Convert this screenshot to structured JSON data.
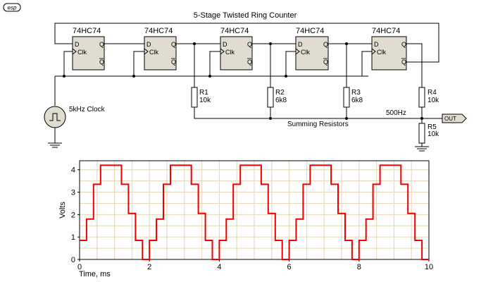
{
  "logo": {
    "text": "esp"
  },
  "schematic": {
    "title": "5-Stage Twisted Ring Counter",
    "flipflops": [
      {
        "part": "74HC74",
        "pin_d": "D",
        "pin_clk": "Clk",
        "pin_q": "Q",
        "pin_qbar": "Q"
      },
      {
        "part": "74HC74",
        "pin_d": "D",
        "pin_clk": "Clk",
        "pin_q": "Q",
        "pin_qbar": "Q"
      },
      {
        "part": "74HC74",
        "pin_d": "D",
        "pin_clk": "Clk",
        "pin_q": "Q",
        "pin_qbar": "Q"
      },
      {
        "part": "74HC74",
        "pin_d": "D",
        "pin_clk": "Clk",
        "pin_q": "Q",
        "pin_qbar": "Q"
      },
      {
        "part": "74HC74",
        "pin_d": "D",
        "pin_clk": "Clk",
        "pin_q": "Q",
        "pin_qbar": "Q"
      }
    ],
    "clock_label": "5kHz Clock",
    "resistors": [
      {
        "name": "R1",
        "value": "10k"
      },
      {
        "name": "R2",
        "value": "6k8"
      },
      {
        "name": "R3",
        "value": "6k8"
      },
      {
        "name": "R4",
        "value": "10k"
      },
      {
        "name": "R5",
        "value": "10k"
      }
    ],
    "summing_label": "Summing Resistors",
    "frequency_label": "500Hz",
    "output_label": "OUT"
  },
  "chart_data": {
    "type": "line",
    "xlabel": "Time, ms",
    "ylabel": "Volts",
    "xlim": [
      0,
      10
    ],
    "ylim": [
      0,
      4.4
    ],
    "x_ticks": [
      0,
      2,
      4,
      6,
      8,
      10
    ],
    "y_ticks": [
      0,
      1,
      2,
      3,
      4
    ],
    "grid": true,
    "series": [
      {
        "color": "#ee0000",
        "x": [
          0,
          0.2,
          0.2,
          0.4,
          0.4,
          0.6,
          0.6,
          0.8,
          0.8,
          1.2,
          1.2,
          1.4,
          1.4,
          1.6,
          1.6,
          1.8,
          1.8,
          2.0,
          2.0,
          2.2,
          2.2,
          2.4,
          2.4,
          2.6,
          2.6,
          2.8,
          2.8,
          3.2,
          3.2,
          3.4,
          3.4,
          3.6,
          3.6,
          3.8,
          3.8,
          4.0,
          4.0,
          4.2,
          4.2,
          4.4,
          4.4,
          4.6,
          4.6,
          4.8,
          4.8,
          5.2,
          5.2,
          5.4,
          5.4,
          5.6,
          5.6,
          5.8,
          5.8,
          6.0,
          6.0,
          6.2,
          6.2,
          6.4,
          6.4,
          6.6,
          6.6,
          6.8,
          6.8,
          7.2,
          7.2,
          7.4,
          7.4,
          7.6,
          7.6,
          7.8,
          7.8,
          8.0,
          8.0,
          8.2,
          8.2,
          8.4,
          8.4,
          8.6,
          8.6,
          8.8,
          8.8,
          9.2,
          9.2,
          9.4,
          9.4,
          9.6,
          9.6,
          9.8,
          9.8,
          10.0
        ],
        "y": [
          0.85,
          0.85,
          1.8,
          1.8,
          3.35,
          3.35,
          4.2,
          4.2,
          4.2,
          4.2,
          3.35,
          3.35,
          2.05,
          2.05,
          0.85,
          0.85,
          0,
          0,
          0.85,
          0.85,
          1.8,
          1.8,
          3.35,
          3.35,
          4.2,
          4.2,
          4.2,
          4.2,
          3.35,
          3.35,
          2.05,
          2.05,
          0.85,
          0.85,
          0,
          0,
          0.85,
          0.85,
          1.8,
          1.8,
          3.35,
          3.35,
          4.2,
          4.2,
          4.2,
          4.2,
          3.35,
          3.35,
          2.05,
          2.05,
          0.85,
          0.85,
          0,
          0,
          0.85,
          0.85,
          1.8,
          1.8,
          3.35,
          3.35,
          4.2,
          4.2,
          4.2,
          4.2,
          3.35,
          3.35,
          2.05,
          2.05,
          0.85,
          0.85,
          0,
          0,
          0.85,
          0.85,
          1.8,
          1.8,
          3.35,
          3.35,
          4.2,
          4.2,
          4.2,
          4.2,
          3.35,
          3.35,
          2.05,
          2.05,
          0.85,
          0.85,
          0,
          0
        ]
      }
    ]
  }
}
